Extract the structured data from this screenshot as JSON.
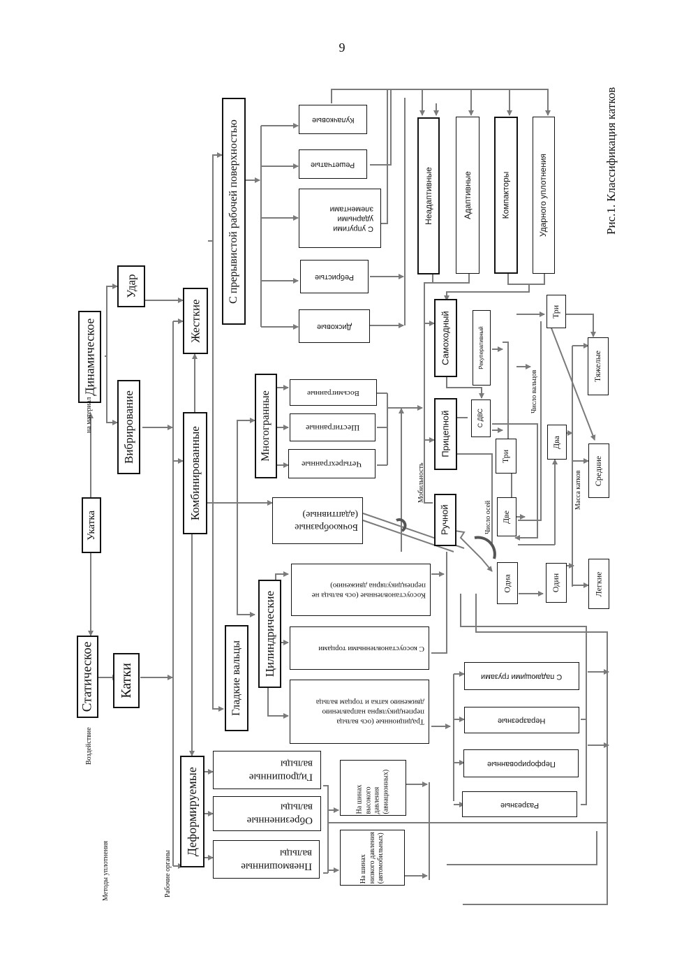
{
  "page_number": "9",
  "caption": "Рис.1. Классификация катков",
  "side_labels": {
    "methods": "Методы уплотнения",
    "impact": "Воздействие",
    "working_bodies": "Рабочие органы",
    "on_material": "на материал",
    "mobility": "Мобильность",
    "axles_count": "Число осей",
    "rollers_count": "Число вальцов",
    "mass": "Масса катков"
  },
  "nodes": {
    "static": "Статическое",
    "rolling": "Укатка",
    "dynamic": "Динамическое",
    "vibration": "Вибрирование",
    "impact": "Удар",
    "rollers": "Катки",
    "rigid": "Жесткие",
    "combined": "Комбинированные",
    "deformable": "Деформируемые",
    "interrupted": "С прерывистой рабочей поверхностью",
    "smooth": "Гладкие вальцы",
    "polyhedral": "Многогранные",
    "cylindrical": "Цилиндрические",
    "cam": "Кулачковые",
    "grid": "Решетчатые",
    "elastic": "С упругими ударными элементами",
    "ribbed": "Ребристые",
    "disc": "Дисковые",
    "octahedral": "Восьмигранные",
    "hexahedral": "Шестигранные",
    "tetrahedral": "Четырехгранные",
    "barrel": "Бочкообразные (адаптивные)",
    "oblique": "Косоустановленные (ось вальца не перпендикулярна движению)",
    "oblique_ends": "С косоустановленными торцами",
    "traditional": "Традиционные (ось вальца перпендикулярна направлению движению катка и торцам вальца",
    "hydro": "Гидрошинные вальцы",
    "rubber": "Обрезиненные вальцы",
    "pneumo": "Пневмошинные вальцы",
    "high_pressure": "На шинах высокого давления (авиационных)",
    "low_pressure": "На шинах низкого давления (автомобильных)",
    "non_adaptive": "Неадаптивные",
    "adaptive": "Адаптивные",
    "compactors": "Компакторы",
    "impact_compaction": "Ударного уплотнения",
    "self_propelled": "Самоходный",
    "recuperative": "Рекуперативный",
    "towed": "Прицепной",
    "with_ice": "С ДВС",
    "manual": "Ручной",
    "three_axles": "Три",
    "two_axles": "Две",
    "one_axle": "Одна",
    "three_rollers": "Три",
    "two_rollers": "Два",
    "one_roller": "Один",
    "heavy": "Тяжелые",
    "medium": "Средние",
    "light": "Легкие",
    "falling_weights": "С падающими грузами",
    "uncut": "Неразрезные",
    "perforated": "Перфорированные",
    "cut": "Разрезные"
  },
  "colors": {
    "line": "#7a7a7a",
    "border": "#111111"
  }
}
